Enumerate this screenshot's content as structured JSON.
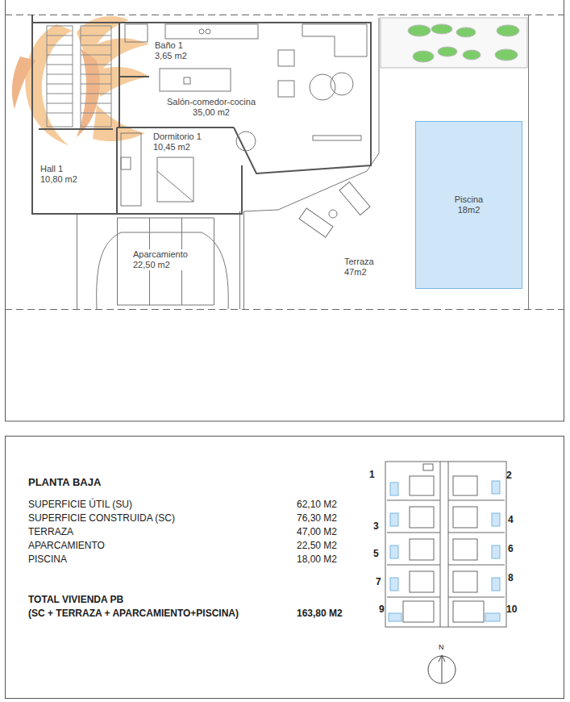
{
  "diagram": {
    "nodes": [
      {
        "text": [
          "Baño 1",
          "3,65 m2"
        ]
      },
      {
        "text": [
          "Salón-comedor-cocina",
          "35,00 m2"
        ]
      },
      {
        "text": [
          "Dormitorio 1",
          "10,45 m2"
        ]
      },
      {
        "text": [
          "Hall 1",
          "10,80 m2"
        ]
      },
      {
        "text": [
          "Aparcamiento",
          "22,50 m2"
        ]
      },
      {
        "text": [
          "Terraza",
          "47m2"
        ]
      },
      {
        "text": [
          "Piscina",
          "18m2"
        ]
      }
    ],
    "labels": [
      "PLANTA BAJA",
      "SUPERFICIE ÚTIL (SU)",
      "62,10 M2",
      "SUPERFICIE CONSTRUIDA (SC)",
      "76,30 M2",
      "TERRAZA",
      "47,00 M2",
      "APARCAMIENTO",
      "22,50 M2",
      "PISCINA",
      "18,00 M2",
      "TOTAL VIVIENDA PB",
      "(SC + TERRAZA + APARCAMIENTO+PISCINA)",
      "163,80 M2",
      "1",
      "2",
      "3",
      "4",
      "5",
      "6",
      "7",
      "8",
      "9",
      "10",
      "N"
    ]
  }
}
